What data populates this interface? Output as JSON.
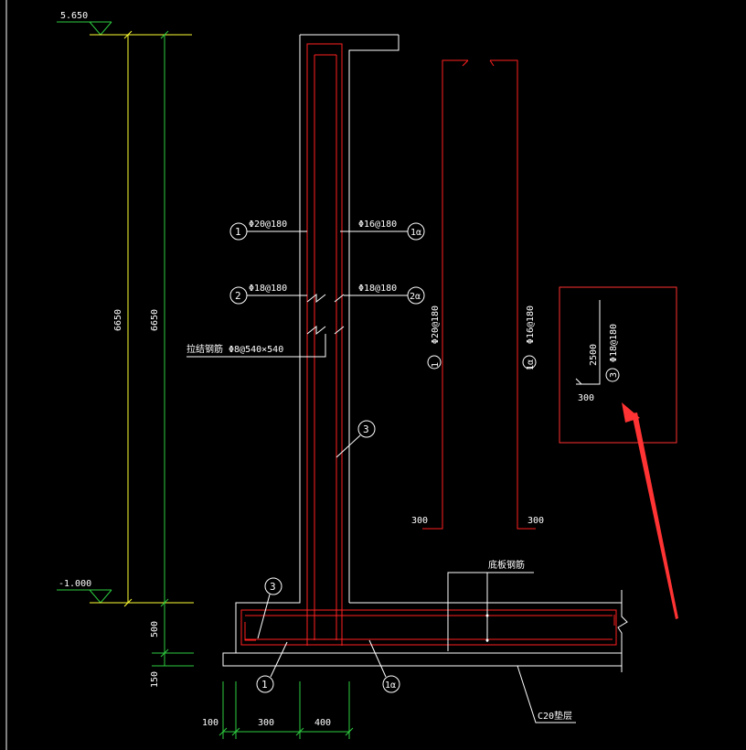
{
  "colors": {
    "background": "#000000",
    "rebar": "#ff2020",
    "structure": "#ffffff",
    "dimension_green": "#2ecc40",
    "elevation_yellow": "#ffff33",
    "text_white": "#ffffff",
    "callout_arrow": "#ff3333"
  },
  "elevations": {
    "top": "5.650",
    "bottom": "-1.000"
  },
  "dimensions": {
    "wall_height_outer": "6650",
    "wall_height_inner": "6650",
    "base_thickness": "500",
    "cushion_thickness": "150",
    "offset_left": "100",
    "width_toe": "300",
    "width_wall": "400",
    "hook_left": "300",
    "hook_right": "300"
  },
  "labels": {
    "bar1_num": "1",
    "bar1_spec": "Φ20@180",
    "bar1a_num": "1α",
    "bar1a_spec": "Φ16@180",
    "bar2_num": "2",
    "bar2_spec": "Φ18@180",
    "bar2a_num": "2α",
    "bar2a_spec": "Φ18@180",
    "tie_bar": "拉结钢筋 Φ8@540×540",
    "bar3_num": "3",
    "bar3_num_base": "3",
    "bottom_bar1_num": "1",
    "bottom_bar1a_num": "1α",
    "base_rebar": "底板钢筋",
    "cushion": "C20垫层",
    "vert1_num": "1",
    "vert1_spec": "Φ20@180",
    "vert1a_num": "1α",
    "vert1a_spec": "Φ16@180"
  },
  "detail_box": {
    "height_dim": "2500",
    "length_dim": "300",
    "bar_num": "3",
    "bar_spec": "Φ18@180"
  }
}
